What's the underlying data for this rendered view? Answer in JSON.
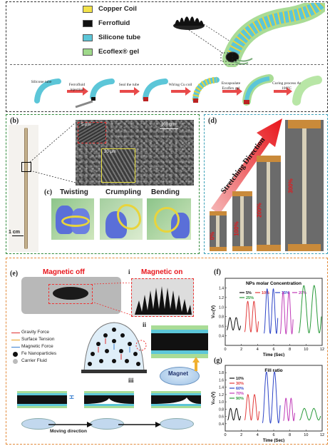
{
  "panel_a": {
    "legend": [
      {
        "label": "Copper Coil",
        "color": "#f2e24a"
      },
      {
        "label": "Ferrofluid",
        "color": "#111111"
      },
      {
        "label": "Silicone tube",
        "color": "#5cc6d8"
      },
      {
        "label": "Ecoflex® gel",
        "color": "#9fd98a"
      }
    ],
    "steps": [
      "Silicone tube",
      "Ferrofluid injection",
      "Seal the tube",
      "Wiring Cu coil",
      "Encapsulate Ecoflex gel",
      "Curing process At 100°C"
    ]
  },
  "panel_b": {
    "label": "(b)",
    "scale_main": "1 cm",
    "sem_scale1": "100 μm",
    "sem_scale2": "20 μm",
    "sem_scale3": "5 μm"
  },
  "panel_c": {
    "label": "(c)",
    "items": [
      "Twisting",
      "Crumpling",
      "Bending"
    ]
  },
  "panel_d": {
    "label": "(d)",
    "arrow_text": "Stretching Direction",
    "strains": [
      "0%",
      "100%",
      "200%",
      "300%"
    ]
  },
  "panel_e": {
    "label": "(e)",
    "magnetic_off": "Magnetic  off",
    "magnetic_on": "Magnetic on",
    "sub_i": "i",
    "sub_ii": "ii",
    "sub_iii": "iii",
    "forces": [
      {
        "label": "Gravity Force",
        "color": "#e03030"
      },
      {
        "label": "Surface Tension",
        "color": "#e8a020"
      },
      {
        "label": "Magnetic Force",
        "color": "#3a7fd0"
      },
      {
        "label": "Fe Nanoparticles",
        "color": "#111111"
      },
      {
        "label": "Carrier Fluid",
        "color": "#bbbbbb"
      }
    ],
    "magnet": "Magnet",
    "field": "H",
    "moving": "Moving direction"
  },
  "panel_f": {
    "label": "(f)"
  },
  "panel_g": {
    "label": "(g)"
  },
  "chart_data": [
    {
      "type": "line",
      "title": "NPs molar Concentration",
      "xlabel": "Time (Sec)",
      "ylabel": "V",
      "ylabel_sub": "OC",
      "ylabel_unit": "(V)",
      "xlim": [
        0,
        12
      ],
      "ylim": [
        0.2,
        1.6
      ],
      "xticks": [
        "0",
        "2",
        "4",
        "6",
        "8",
        "10",
        "12"
      ],
      "yticks": [
        "0.4",
        "0.6",
        "0.8",
        "1.0",
        "1.2",
        "1.4"
      ],
      "series": [
        {
          "name": "5%",
          "color": "#111111",
          "t0": 0.2,
          "t1": 1.9,
          "base": 0.52,
          "peak": 0.78
        },
        {
          "name": "10%",
          "color": "#e23b3b",
          "t0": 2.4,
          "t1": 4.1,
          "base": 0.48,
          "peak": 1.12
        },
        {
          "name": "15%",
          "color": "#2f46c8",
          "t0": 4.8,
          "t1": 6.5,
          "base": 0.45,
          "peak": 1.38
        },
        {
          "name": "20%",
          "color": "#c03bb8",
          "t0": 6.8,
          "t1": 8.4,
          "base": 0.44,
          "peak": 1.32
        },
        {
          "name": "25%",
          "color": "#2a9a3a",
          "t0": 9.1,
          "t1": 11.9,
          "base": 0.46,
          "peak": 1.45
        }
      ]
    },
    {
      "type": "line",
      "title": "Fill ratio",
      "xlabel": "Time (Sec)",
      "ylabel": "V",
      "ylabel_sub": "OC",
      "ylabel_unit": "(V)",
      "xlim": [
        0,
        12
      ],
      "ylim": [
        0.2,
        2.0
      ],
      "xticks": [
        "0",
        "2",
        "4",
        "6",
        "8",
        "10",
        "12"
      ],
      "yticks": [
        "0.4",
        "0.6",
        "0.8",
        "1.0",
        "1.2",
        "1.4",
        "1.6",
        "1.8"
      ],
      "series": [
        {
          "name": "10%",
          "color": "#111111",
          "t0": 0.3,
          "t1": 1.9,
          "base": 0.5,
          "peak": 0.82
        },
        {
          "name": "30%",
          "color": "#e23b3b",
          "t0": 2.4,
          "t1": 4.2,
          "base": 0.5,
          "peak": 1.2
        },
        {
          "name": "60%",
          "color": "#2f46c8",
          "t0": 4.6,
          "t1": 6.8,
          "base": 0.42,
          "peak": 1.82
        },
        {
          "name": "70%",
          "color": "#c03bb8",
          "t0": 7.2,
          "t1": 8.6,
          "base": 0.48,
          "peak": 1.1
        },
        {
          "name": "90%",
          "color": "#2a9a3a",
          "t0": 9.2,
          "t1": 11.8,
          "base": 0.5,
          "peak": 0.82
        }
      ]
    }
  ]
}
